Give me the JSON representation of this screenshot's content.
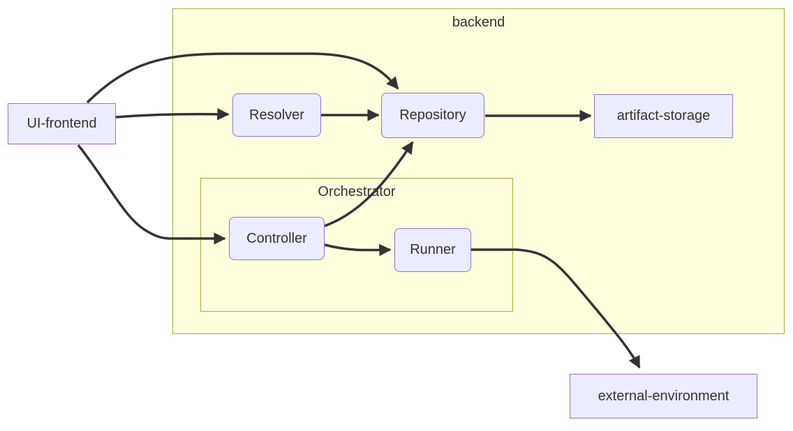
{
  "diagram": {
    "type": "flowchart",
    "clusters": [
      {
        "id": "backend",
        "label": "backend",
        "parent": null
      },
      {
        "id": "orchestrator",
        "label": "Orchestrator",
        "parent": "backend"
      }
    ],
    "nodes": [
      {
        "id": "ui-frontend",
        "label": "UI-frontend",
        "shape": "rect",
        "cluster": null
      },
      {
        "id": "resolver",
        "label": "Resolver",
        "shape": "rounded",
        "cluster": "backend"
      },
      {
        "id": "repository",
        "label": "Repository",
        "shape": "rounded",
        "cluster": "backend"
      },
      {
        "id": "artifact-storage",
        "label": "artifact-storage",
        "shape": "rect",
        "cluster": "backend"
      },
      {
        "id": "controller",
        "label": "Controller",
        "shape": "rounded",
        "cluster": "orchestrator"
      },
      {
        "id": "runner",
        "label": "Runner",
        "shape": "rounded",
        "cluster": "orchestrator"
      },
      {
        "id": "external-environment",
        "label": "external-environment",
        "shape": "rect",
        "cluster": null
      }
    ],
    "edges": [
      {
        "from": "UI-frontend",
        "to": "Repository"
      },
      {
        "from": "UI-frontend",
        "to": "Resolver"
      },
      {
        "from": "UI-frontend",
        "to": "Controller"
      },
      {
        "from": "Resolver",
        "to": "Repository"
      },
      {
        "from": "Repository",
        "to": "artifact-storage"
      },
      {
        "from": "Controller",
        "to": "Repository"
      },
      {
        "from": "Controller",
        "to": "Runner"
      },
      {
        "from": "Runner",
        "to": "external-environment"
      }
    ],
    "theme": {
      "node_fill": "#ECECFF",
      "node_border": "#9370DB",
      "cluster_fill": "#FFFFDE",
      "cluster_border": "#AAAA33",
      "edge_color": "#333333",
      "text_color": "#333333",
      "background": "#FFFFFF"
    }
  }
}
